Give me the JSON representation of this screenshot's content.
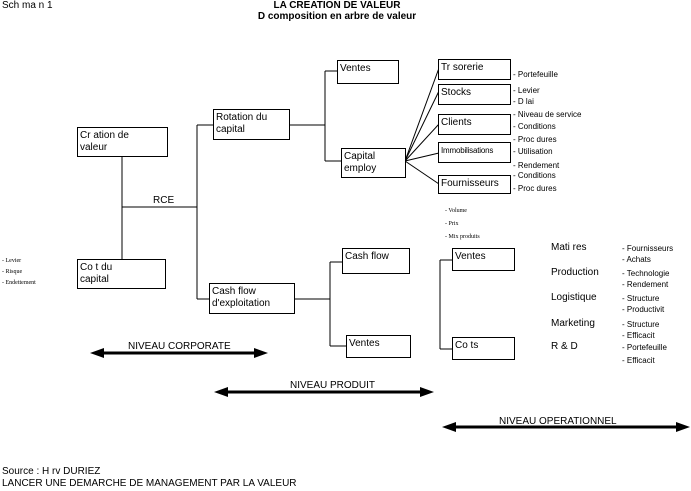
{
  "header": {
    "label": "Sch ma n 1",
    "title": "LA CREATION DE VALEUR",
    "subtitle": "D composition en arbre de valeur"
  },
  "nodes": {
    "creation_valeur": [
      "Cr ation de",
      "valeur"
    ],
    "cout_capital": [
      "Co t du",
      "capital"
    ],
    "rce": "RCE",
    "rotation_capital": [
      "Rotation du",
      "capital"
    ],
    "cash_flow_exploitation": [
      "Cash flow",
      "d'exploitation"
    ],
    "ventes_top": "Ventes",
    "capital_employe": [
      "Capital",
      "employ"
    ],
    "cash_flow": "Cash flow",
    "ventes_mid": "Ventes",
    "tresorerie": "Tr sorerie",
    "stocks": "Stocks",
    "clients": "Clients",
    "immobilisations": "Immobilisations",
    "fournisseurs": "Fournisseurs",
    "ventes_prod": "Ventes",
    "couts": "Co ts"
  },
  "capital_details": [
    "- Portefeuille",
    "- Levier",
    "- D lai",
    "- Niveau de service",
    "- Conditions",
    "- Proc dures",
    "- Utilisation",
    "- Rendement",
    "- Conditions",
    "- Proc dures"
  ],
  "cout_capital_details": [
    "- Levier",
    "- Risque",
    "- Endettement"
  ],
  "ventes_details": [
    "- Volume",
    "- Prix",
    "- Mix produits"
  ],
  "operational": [
    {
      "category": "Mati res",
      "items": [
        "- Fournisseurs",
        "- Achats"
      ]
    },
    {
      "category": "Production",
      "items": [
        "- Technologie",
        "- Rendement"
      ]
    },
    {
      "category": "Logistique",
      "items": [
        "- Structure",
        "- Productivit"
      ]
    },
    {
      "category": "Marketing",
      "items": [
        "- Structure",
        "- Efficacit"
      ]
    },
    {
      "category": "R & D",
      "items": [
        "- Portefeuille",
        "- Efficacit"
      ]
    }
  ],
  "levels": {
    "corporate": "NIVEAU CORPORATE",
    "produit": "NIVEAU PRODUIT",
    "operationnel": "NIVEAU OPERATIONNEL"
  },
  "footer": {
    "source": "Source : H rv   DURIEZ",
    "book": "LANCER UNE DEMARCHE DE MANAGEMENT PAR LA VALEUR"
  }
}
